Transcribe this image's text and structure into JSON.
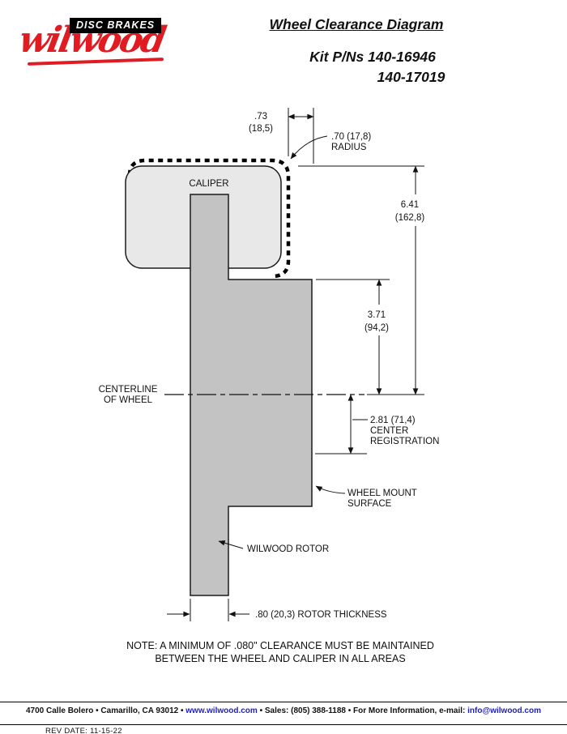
{
  "header": {
    "brand": "wilwood",
    "tagline": "DISC BRAKES",
    "title": "Wheel Clearance Diagram",
    "kit_line1": "Kit P/Ns 140-16946",
    "kit_line2": "140-17019"
  },
  "diagram": {
    "caliper_label": "CALIPER",
    "centerline_line1": "CENTERLINE",
    "centerline_line2": "OF WHEEL",
    "dim_top_in": ".73",
    "dim_top_mm": "(18,5)",
    "radius_line1": ".70 (17,8)",
    "radius_line2": "RADIUS",
    "dim_overall_in": "6.41",
    "dim_overall_mm": "(162,8)",
    "dim_mid_in": "3.71",
    "dim_mid_mm": "(94,2)",
    "center_reg_line1": "2.81 (71,4)",
    "center_reg_line2": "CENTER",
    "center_reg_line3": "REGISTRATION",
    "wheel_mount_line1": "WHEEL MOUNT",
    "wheel_mount_line2": "SURFACE",
    "rotor_label": "WILWOOD ROTOR",
    "rotor_thickness": ".80 (20,3) ROTOR THICKNESS",
    "note_line1": "NOTE: A MINIMUM OF .080\" CLEARANCE MUST BE MAINTAINED",
    "note_line2": "BETWEEN THE WHEEL AND CALIPER IN ALL AREAS"
  },
  "footer": {
    "address_part1": "4700 Calle Bolero • Camarillo, CA 93012 •",
    "link_web": "www.wilwood.com",
    "address_part2": "• Sales: (805) 388-1188 • For More Information, e-mail:",
    "link_email": "info@wilwood.com",
    "rev_label": "REV DATE:",
    "rev_value": "11-15-22"
  },
  "colors": {
    "brand_red": "#e01b22",
    "caliper_fill": "#e8e8e8",
    "rotor_fill": "#c3c3c3",
    "link_blue": "#1d1dc8"
  }
}
